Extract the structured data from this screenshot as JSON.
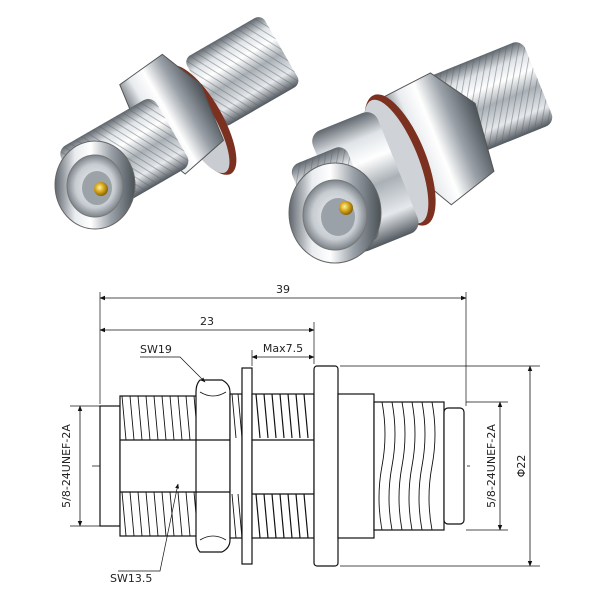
{
  "dimensions": {
    "overall_length": "39",
    "flange_length": "23",
    "max_panel": "Max7.5",
    "diameter": "Φ22"
  },
  "callouts": {
    "hex_large": "SW19",
    "hex_small": "SW13.5"
  },
  "threads": {
    "left": "5/8-24UNEF-2A",
    "right": "5/8-24UNEF-2A"
  },
  "colors": {
    "metal_light": "#eef0f2",
    "metal_dark": "#6d747b",
    "gold": "#d4a017",
    "gasket": "#8b3a2a",
    "line": "#111111"
  }
}
